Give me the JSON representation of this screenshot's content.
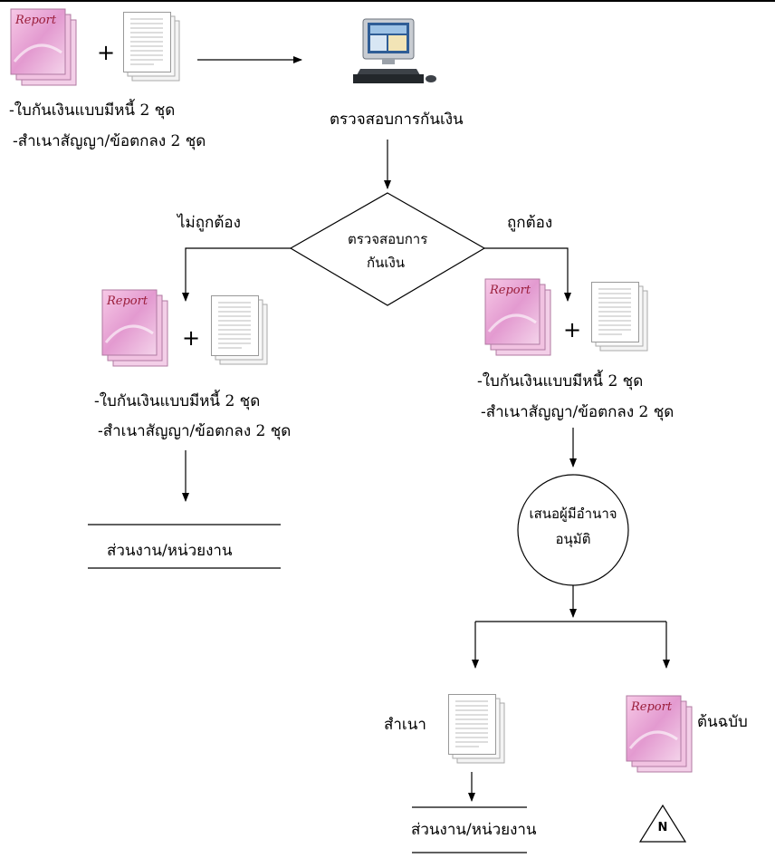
{
  "top": {
    "plus": "+",
    "doc_line1": "-ใบกันเงินแบบมีหนี้ 2 ชุด",
    "doc_line2": "-สำเนาสัญญา/ข้อตกลง 2 ชุด",
    "computer_label": "ตรวจสอบการกันเงิน",
    "report_word": "Report"
  },
  "decision": {
    "line1": "ตรวจสอบการ",
    "line2": "กันเงิน",
    "left_label": "ไม่ถูกต้อง",
    "right_label": "ถูกต้อง"
  },
  "left_branch": {
    "plus": "+",
    "doc_line1": "-ใบกันเงินแบบมีหนี้ 2 ชุด",
    "doc_line2": "-สำเนาสัญญา/ข้อตกลง 2 ชุด",
    "store_label": "ส่วนงาน/หน่วยงาน",
    "report_word": "Report"
  },
  "right_branch": {
    "plus": "+",
    "doc_line1": "-ใบกันเงินแบบมีหนี้ 2 ชุด",
    "doc_line2": "-สำเนาสัญญา/ข้อตกลง 2 ชุด",
    "report_word": "Report"
  },
  "approve": {
    "line1": "เสนอผู้มีอำนาจ",
    "line2": "อนุมัติ"
  },
  "outputs": {
    "copy_label": "สำเนา",
    "original_label": "ต้นฉบับ",
    "store_label": "ส่วนงาน/หน่วยงาน",
    "terminator": "N",
    "report_word": "Report"
  }
}
